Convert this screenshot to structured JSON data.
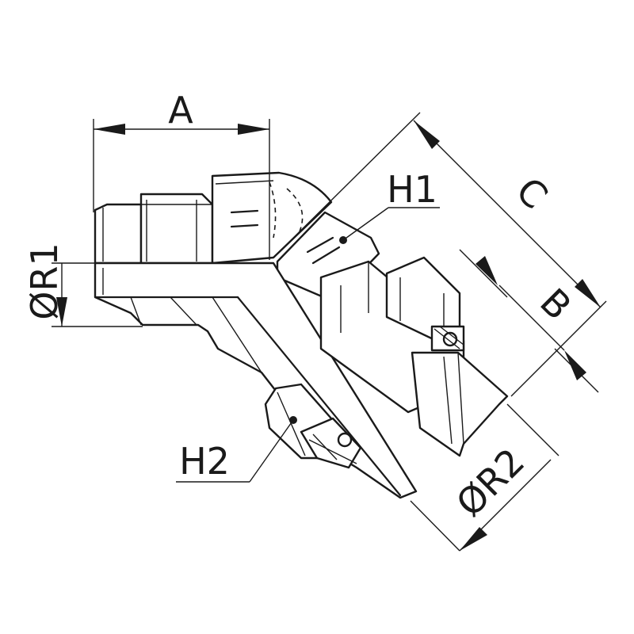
{
  "labels": {
    "a": "A",
    "b": "B",
    "c": "C",
    "h1": "H1",
    "h2": "H2",
    "r1": "ØR1",
    "r2": "ØR2"
  },
  "colors": {
    "stroke": "#1a1a1a",
    "background": "#ffffff"
  }
}
